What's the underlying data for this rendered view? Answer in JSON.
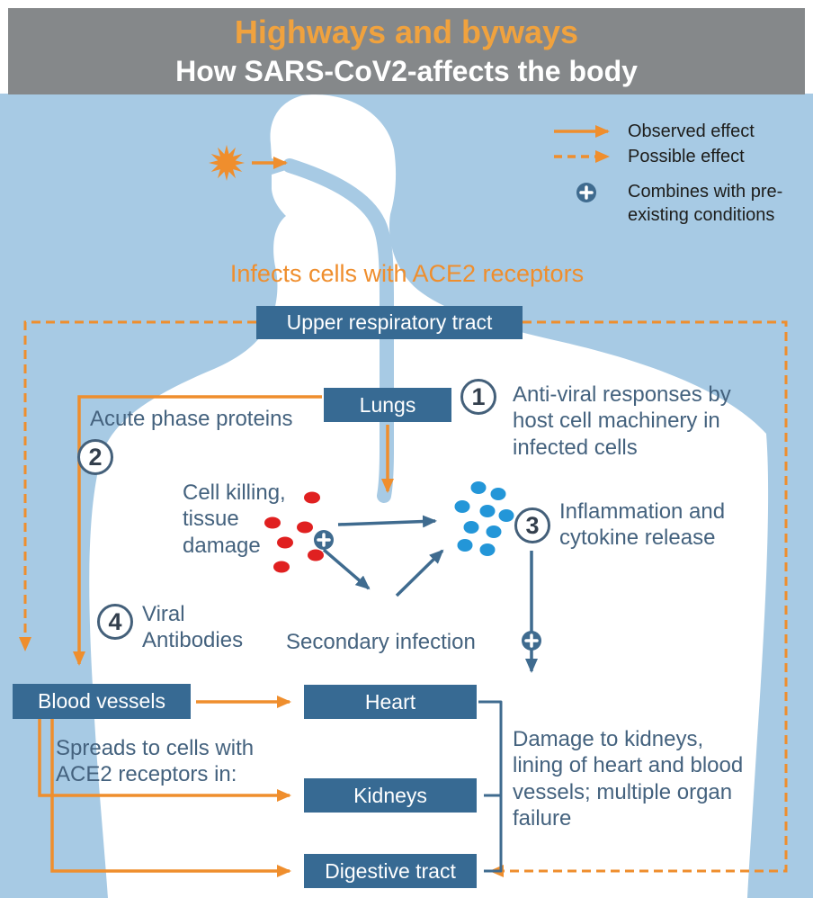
{
  "colors": {
    "background": "#a7cae4",
    "body_silhouette": "#ffffff",
    "header_bg": "#85888a",
    "title_orange": "#f0a23e",
    "accent_orange": "#ef8e2d",
    "box_blue": "#376a93",
    "text_slate": "#44627e",
    "arrow_slate": "#3f6b8f",
    "red_dot": "#e02020",
    "blue_dot": "#2396d8"
  },
  "header": {
    "title": "Highways and byways",
    "subtitle": "How SARS-CoV2-affects the body"
  },
  "legend": {
    "observed_label": "Observed effect",
    "possible_label": "Possible effect",
    "combines_label": "Combines with pre-existing conditions"
  },
  "flow": {
    "infects_label": "Infects cells with ACE2 receptors",
    "upper_respiratory_box": "Upper respiratory tract",
    "lungs_box": "Lungs",
    "blood_vessels_box": "Blood vessels",
    "heart_box": "Heart",
    "kidneys_box": "Kidneys",
    "digestive_box": "Digestive tract"
  },
  "steps": [
    {
      "number": "1",
      "text": "Anti-viral responses by host cell machinery in infected cells"
    },
    {
      "number": "2",
      "text": "Acute phase proteins"
    },
    {
      "number": "3",
      "text": "Inflammation and cytokine release"
    },
    {
      "number": "4",
      "text": "Viral Antibodies"
    }
  ],
  "annotations": {
    "cell_killing": "Cell killing, tissue damage",
    "secondary_infection": "Secondary infection",
    "spreads": "Spreads to cells with ACE2 receptors in:",
    "damage": "Damage to kidneys, lining of heart and blood vessels; multiple organ failure"
  }
}
